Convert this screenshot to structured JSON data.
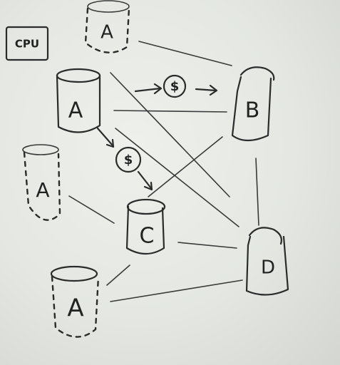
{
  "cpu_label": "CPU",
  "nodes": {
    "a_top": "A",
    "a_main": "A",
    "a_left": "A",
    "a_bottom": "A",
    "b": "B",
    "c": "C",
    "d": "D"
  },
  "cache_symbols": {
    "a_to_b": "$",
    "a_to_c": "$"
  }
}
